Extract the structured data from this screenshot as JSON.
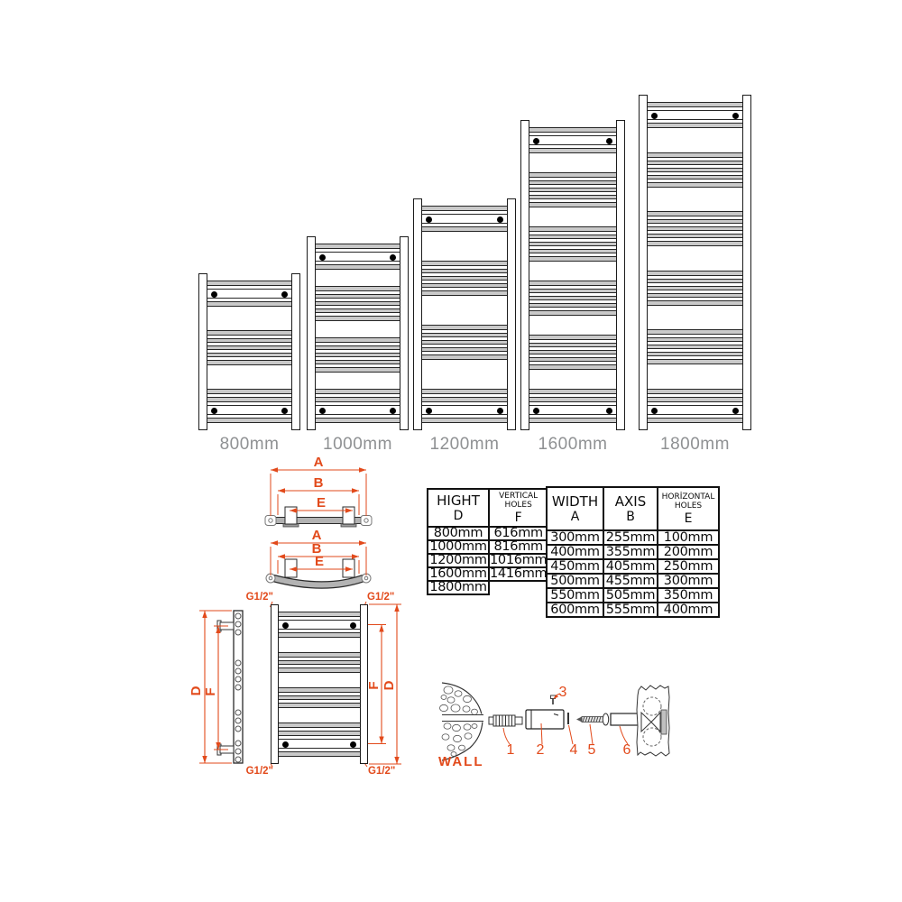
{
  "colors": {
    "accent": "#e24a1b",
    "bar_fill": "#c9c9c9",
    "outline": "#1c1c1c",
    "size_label_gray": "#8f9193"
  },
  "radiator_row": {
    "sizes": [
      {
        "label": "800mm"
      },
      {
        "label": "1000mm"
      },
      {
        "label": "1200mm"
      },
      {
        "label": "1600mm"
      },
      {
        "label": "1800mm"
      }
    ]
  },
  "dims": {
    "overall_width": "A",
    "axis": "B",
    "horizontal_holes": "E",
    "overall_height": "D",
    "vertical_holes": "F",
    "connection": "G1/2\""
  },
  "tables": [
    {
      "id": "table-height",
      "name": "height-table",
      "columns": [
        {
          "title": "HIGHT",
          "letter": "D",
          "small": false
        },
        {
          "title": "VERTICAL HOLES",
          "letter": "F",
          "small": true
        }
      ],
      "rows": [
        [
          "800mm",
          "616mm"
        ],
        [
          "1000mm",
          "816mm"
        ],
        [
          "1200mm",
          "1016mm"
        ],
        [
          "1600mm",
          "1416mm"
        ],
        [
          "1800mm",
          ""
        ]
      ]
    },
    {
      "id": "table-width",
      "name": "width-axis-table",
      "columns": [
        {
          "title": "WIDTH",
          "letter": "A",
          "small": false
        },
        {
          "title": "AXIS",
          "letter": "B",
          "small": false
        },
        {
          "title": "HORİZONTAL HOLES",
          "letter": "E",
          "small": true
        }
      ],
      "rows": [
        [
          "300mm",
          "255mm",
          "100mm"
        ],
        [
          "400mm",
          "355mm",
          "200mm"
        ],
        [
          "450mm",
          "405mm",
          "250mm"
        ],
        [
          "500mm",
          "455mm",
          "300mm"
        ],
        [
          "550mm",
          "505mm",
          "350mm"
        ],
        [
          "600mm",
          "555mm",
          "400mm"
        ]
      ]
    }
  ],
  "assembly": {
    "wall_label": "WALL",
    "parts": [
      "1",
      "2",
      "3",
      "4",
      "5",
      "6"
    ]
  }
}
